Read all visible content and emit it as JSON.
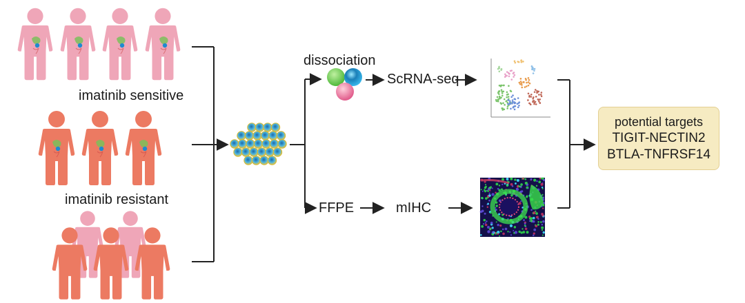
{
  "groups": {
    "sensitive": {
      "label": "imatinib sensitive"
    },
    "resistant": {
      "label": "imatinib resistant"
    }
  },
  "steps": {
    "dissociation": "dissociation",
    "scrna": "ScRNA-seq",
    "ffpe": "FFPE",
    "mihc": "mIHC"
  },
  "targets": {
    "heading": "potential targets",
    "genes": [
      "TIGIT-NECTIN2",
      "BTLA-TNFRSF14"
    ]
  },
  "colors": {
    "sensitive_person": "#efa6b8",
    "resistant_person": "#ec7a62",
    "arrow": "#222222",
    "target_box": "#f6ebc2"
  },
  "icons": {
    "person": "person-icon",
    "cell_cluster": "cell-cluster-icon",
    "cells": "dissociated-cells-icon",
    "umap": "umap-plot-icon",
    "tissue": "mihc-tissue-image-icon"
  }
}
